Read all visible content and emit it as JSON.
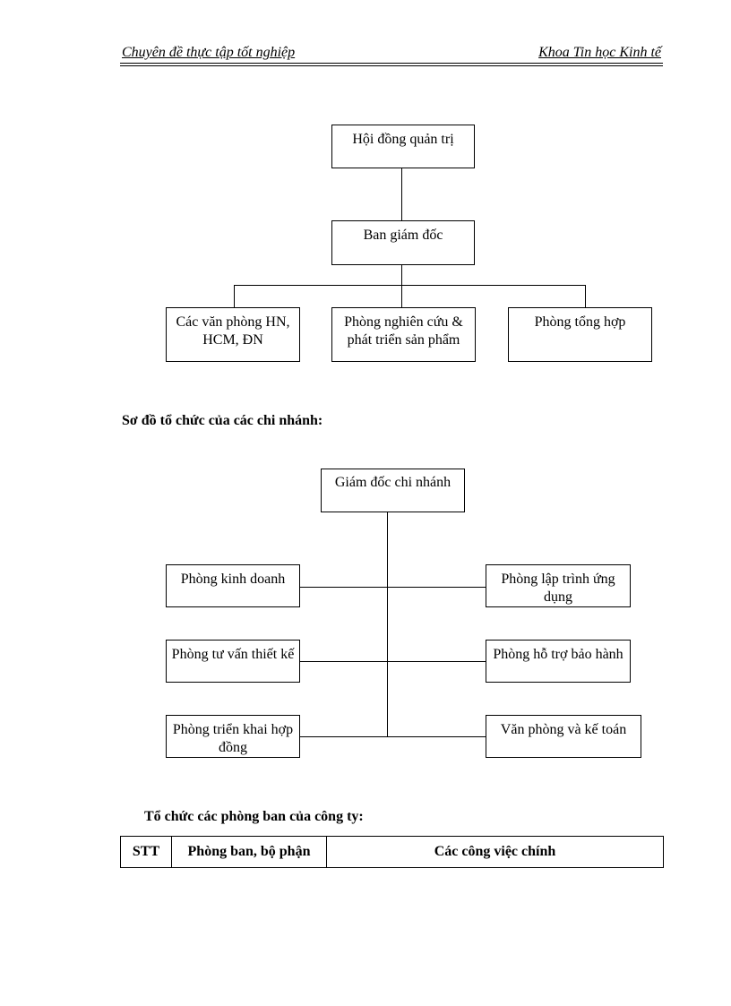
{
  "header": {
    "left": "Chuyên đề thực tập tốt nghiệp",
    "right": "Khoa Tin học Kinh tế"
  },
  "company_chart": {
    "board": "Hội đồng quản trị",
    "directors": "Ban giám đốc",
    "offices": "Các văn phòng HN, HCM, ĐN",
    "rnd": "Phòng nghiên cứu & phát triển sản phẩm",
    "general": "Phòng tổng hợp"
  },
  "branch_section_title": "Sơ đồ tổ chức của các chi nhánh:",
  "branch_chart": {
    "branch_director": "Giám đốc chi nhánh",
    "sales": "Phòng kinh doanh",
    "app_dev": "Phòng lập trình ứng dụng",
    "consulting": "Phòng tư vấn thiết kế",
    "support": "Phòng hỗ trợ bảo hành",
    "deployment": "Phòng triển khai hợp đồng",
    "accounting": "Văn phòng và kế toán"
  },
  "table_section_title": "Tổ chức các phòng ban của công ty:",
  "table": {
    "headers": [
      "STT",
      "Phòng ban, bộ phận",
      "Các công việc chính"
    ]
  }
}
